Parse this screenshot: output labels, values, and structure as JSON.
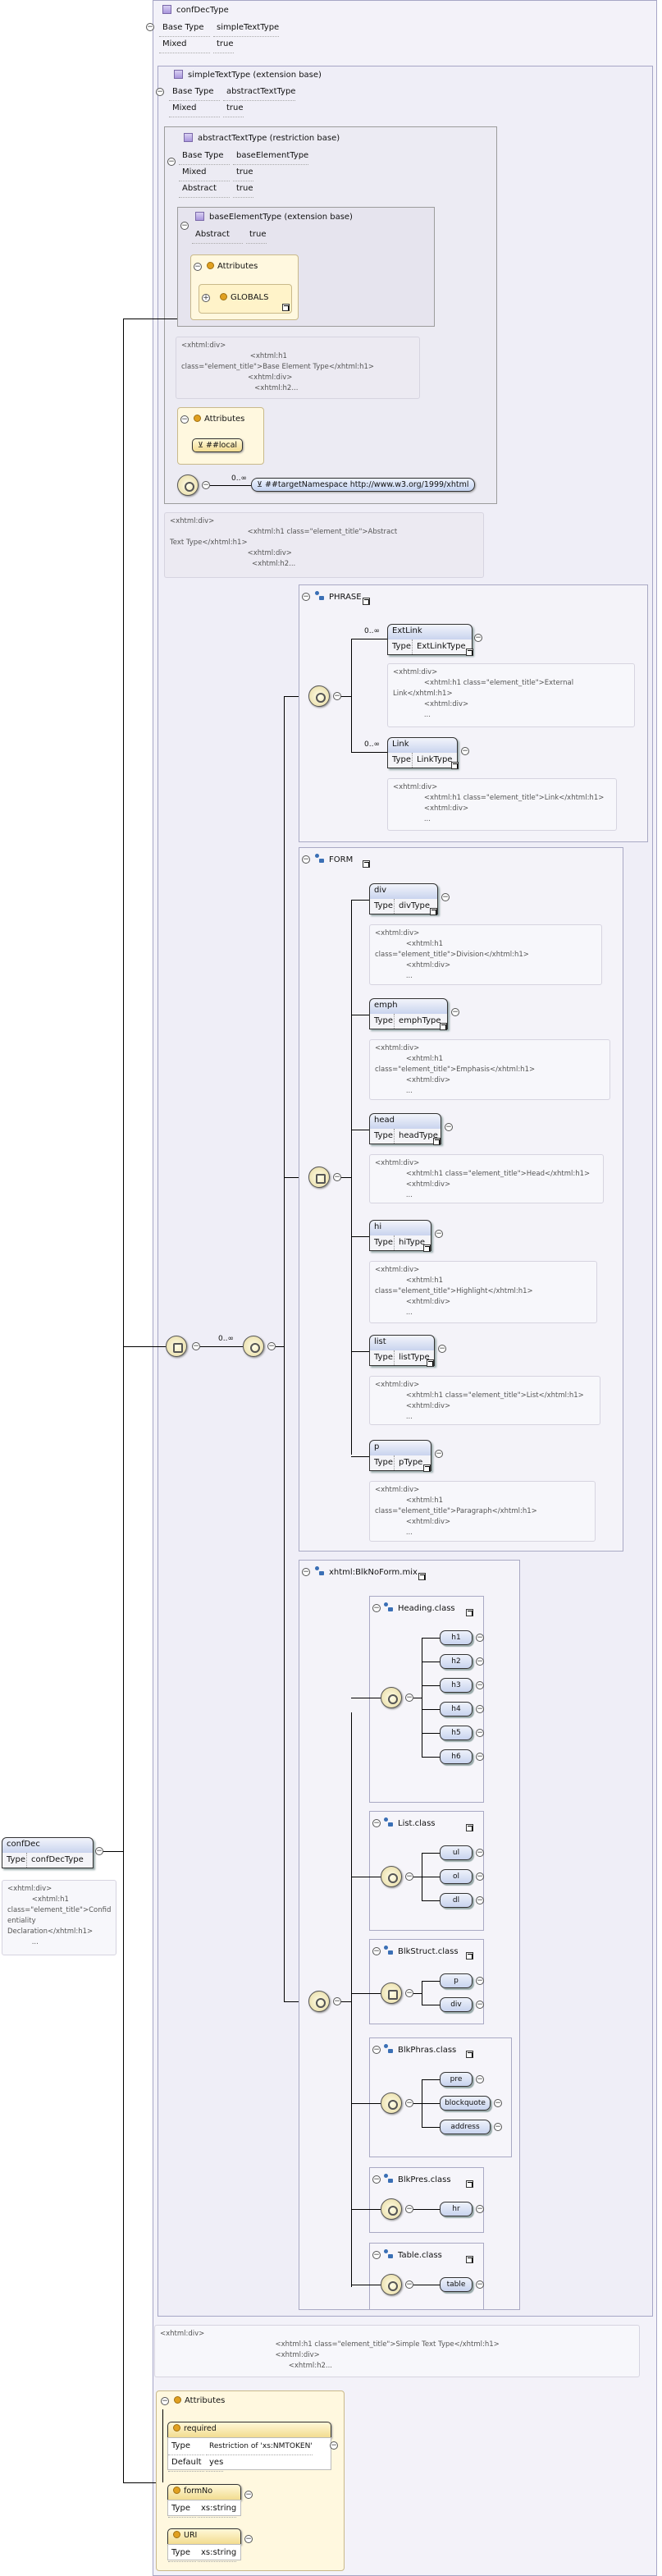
{
  "complex_type": {
    "title": "confDecType",
    "base_type_key": "Base Type",
    "base_type": "simpleTextType",
    "mixed_key": "Mixed",
    "mixed": "true"
  },
  "simple_text": {
    "title": "simpleTextType (extension base)",
    "base_type_key": "Base Type",
    "base_type": "abstractTextType",
    "mixed_key": "Mixed",
    "mixed": "true"
  },
  "abstract_text": {
    "title": "abstractTextType (restriction base)",
    "base_type_key": "Base Type",
    "base_type": "baseElementType",
    "mixed_key": "Mixed",
    "mixed": "true",
    "abstract_key": "Abstract",
    "abstract": "true"
  },
  "base_element": {
    "title": "baseElementType (extension base)",
    "abstract_key": "Abstract",
    "abstract": "true",
    "attributes": "Attributes",
    "globals": "GLOBALS"
  },
  "doc_base": "<xhtml:div>\n                               <xhtml:h1\nclass=\"element_title\">Base Element Type</xhtml:h1>\n                              <xhtml:div>\n                                 <xhtml:h2...",
  "abstract_attrs": {
    "title": "Attributes",
    "local": "##local"
  },
  "any_label": "##targetNamespace http://www.w3.org/1999/xhtml",
  "any_card": "0..∞",
  "doc_abstract": "<xhtml:div>\n                                   <xhtml:h1 class=\"element_title\">Abstract\nText Type</xhtml:h1>\n                                   <xhtml:div>\n                                     <xhtml:h2...",
  "choice_card": "0..∞",
  "phrase": {
    "title": "PHRASE",
    "card": "0..∞",
    "items": [
      {
        "name": "ExtLink",
        "type_key": "Type",
        "type": "ExtLinkType",
        "doc": "<xhtml:div>\n              <xhtml:h1 class=\"element_title\">External\nLink</xhtml:h1>\n              <xhtml:div>\n              ..."
      },
      {
        "name": "Link",
        "type_key": "Type",
        "type": "LinkType",
        "doc": "<xhtml:div>\n              <xhtml:h1 class=\"element_title\">Link</xhtml:h1>\n              <xhtml:div>\n              ..."
      }
    ]
  },
  "form": {
    "title": "FORM",
    "items": [
      {
        "name": "div",
        "type_key": "Type",
        "type": "divType",
        "doc": "<xhtml:div>\n              <xhtml:h1\nclass=\"element_title\">Division</xhtml:h1>\n              <xhtml:div>\n              ..."
      },
      {
        "name": "emph",
        "type_key": "Type",
        "type": "emphType",
        "doc": "<xhtml:div>\n              <xhtml:h1\nclass=\"element_title\">Emphasis</xhtml:h1>\n              <xhtml:div>\n              ..."
      },
      {
        "name": "head",
        "type_key": "Type",
        "type": "headType",
        "doc": "<xhtml:div>\n              <xhtml:h1 class=\"element_title\">Head</xhtml:h1>\n              <xhtml:div>\n              ..."
      },
      {
        "name": "hi",
        "type_key": "Type",
        "type": "hiType",
        "doc": "<xhtml:div>\n              <xhtml:h1\nclass=\"element_title\">Highlight</xhtml:h1>\n              <xhtml:div>\n              ..."
      },
      {
        "name": "list",
        "type_key": "Type",
        "type": "listType",
        "doc": "<xhtml:div>\n              <xhtml:h1 class=\"element_title\">List</xhtml:h1>\n              <xhtml:div>\n              ..."
      },
      {
        "name": "p",
        "type_key": "Type",
        "type": "pType",
        "doc": "<xhtml:div>\n              <xhtml:h1\nclass=\"element_title\">Paragraph</xhtml:h1>\n              <xhtml:div>\n              ..."
      }
    ]
  },
  "blk": {
    "title": "xhtml:BlkNoForm.mix",
    "groups": [
      {
        "title": "Heading.class",
        "refs": [
          "h1",
          "h2",
          "h3",
          "h4",
          "h5",
          "h6"
        ]
      },
      {
        "title": "List.class",
        "refs": [
          "ul",
          "ol",
          "dl"
        ]
      },
      {
        "title": "BlkStruct.class",
        "refs": [
          "p",
          "div"
        ]
      },
      {
        "title": "BlkPhras.class",
        "refs": [
          "pre",
          "blockquote",
          "address"
        ]
      },
      {
        "title": "BlkPres.class",
        "refs": [
          "hr"
        ]
      },
      {
        "title": "Table.class",
        "refs": [
          "table"
        ]
      }
    ]
  },
  "doc_simple": "<xhtml:div>\n                                                    <xhtml:h1 class=\"element_title\">Simple Text Type</xhtml:h1>\n                                                    <xhtml:div>\n                                                          <xhtml:h2...",
  "root": {
    "name": "confDec",
    "type_key": "Type",
    "type": "confDecType",
    "doc": "<xhtml:div>\n           <xhtml:h1\nclass=\"element_title\">Confid\nentiality\nDeclaration</xhtml:h1>\n           ..."
  },
  "attributes": {
    "title": "Attributes",
    "items": [
      {
        "name": "required",
        "type_key": "Type",
        "type": "Restriction of 'xs:NMTOKEN'",
        "default_key": "Default",
        "default": "yes"
      },
      {
        "name": "formNo",
        "type_key": "Type",
        "type": "xs:string"
      },
      {
        "name": "URI",
        "type_key": "Type",
        "type": "xs:string"
      }
    ]
  }
}
